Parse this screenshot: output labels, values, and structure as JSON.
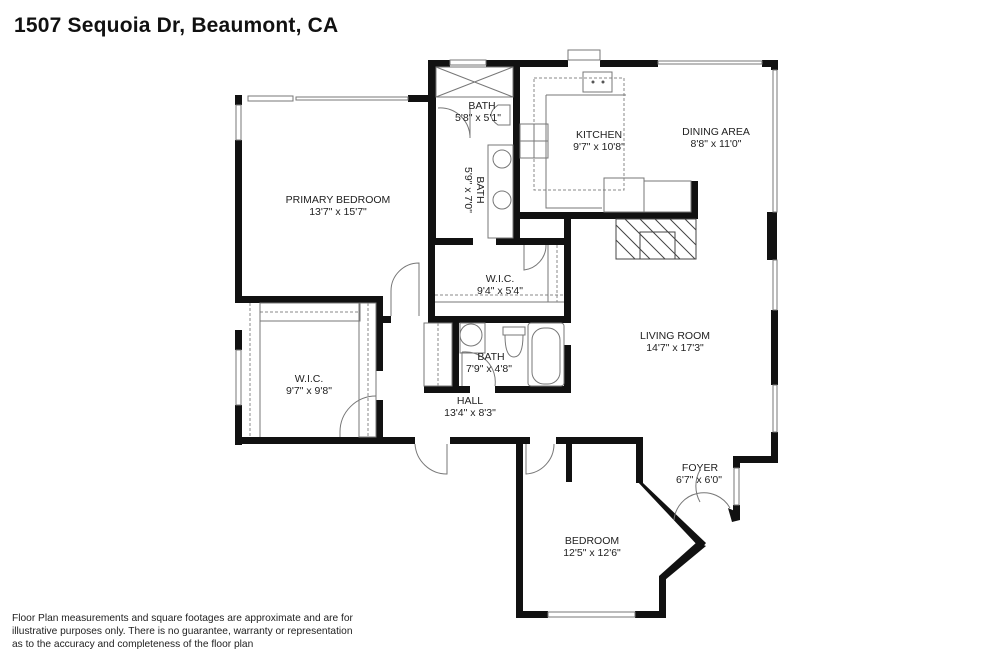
{
  "title": "1507 Sequoia Dr, Beaumont, CA",
  "rooms": [
    {
      "name": "PRIMARY BEDROOM",
      "size": "13'7\" x 15'7\""
    },
    {
      "name": "BATH",
      "size": "5'8\" x 5'1\""
    },
    {
      "name": "BATH",
      "size": "5'9\" x 7'0\""
    },
    {
      "name": "KITCHEN",
      "size": "9'7\" x 10'8\""
    },
    {
      "name": "DINING AREA",
      "size": "8'8\" x 11'0\""
    },
    {
      "name": "W.I.C.",
      "size": "9'4\" x 5'4\""
    },
    {
      "name": "W.I.C.",
      "size": "9'7\" x 9'8\""
    },
    {
      "name": "BATH",
      "size": "7'9\" x 4'8\""
    },
    {
      "name": "HALL",
      "size": "13'4\" x 8'3\""
    },
    {
      "name": "LIVING ROOM",
      "size": "14'7\" x 17'3\""
    },
    {
      "name": "FOYER",
      "size": "6'7\" x 6'0\""
    },
    {
      "name": "BEDROOM",
      "size": "12'5\" x 12'6\""
    }
  ],
  "disclaimer": "Floor Plan measurements and square footages are approximate and are for illustrative purposes only. There is no guarantee, warranty or representation as to the accuracy and completeness of the floor plan"
}
